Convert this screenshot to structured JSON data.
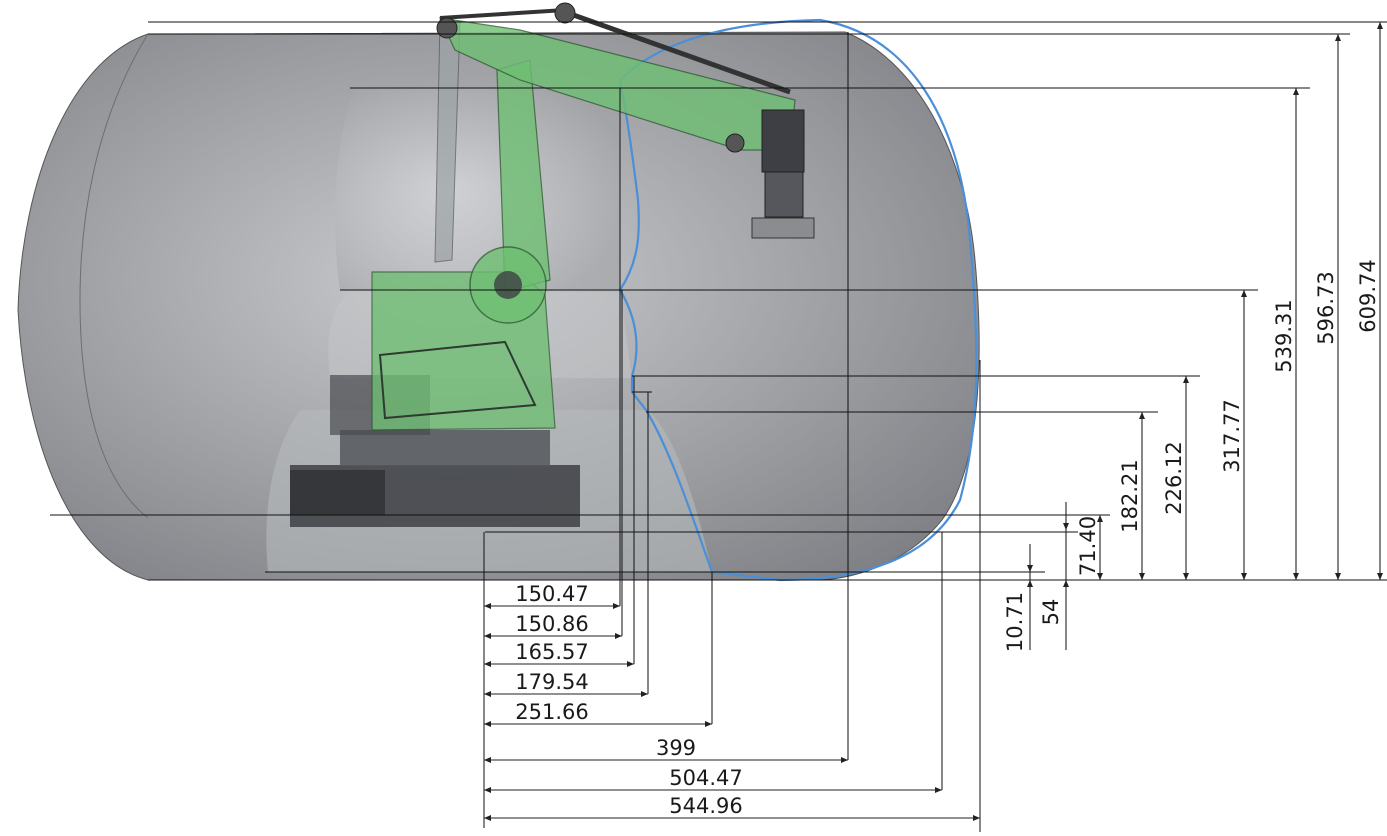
{
  "colors": {
    "envelope": "#8f9196",
    "envelope_inner": "#a7a9ad",
    "robot_green": "#6fbf73",
    "robot_dark": "#3d3f44",
    "highlight_edge": "#4a8fd8"
  },
  "horizontal_dimensions": [
    "150.47",
    "150.86",
    "165.57",
    "179.54",
    "251.66",
    "399",
    "504.47",
    "544.96"
  ],
  "vertical_dimensions": [
    "10.71",
    "54",
    "71.40",
    "182.21",
    "226.12",
    "317.77",
    "539.31",
    "596.73",
    "609.74"
  ]
}
